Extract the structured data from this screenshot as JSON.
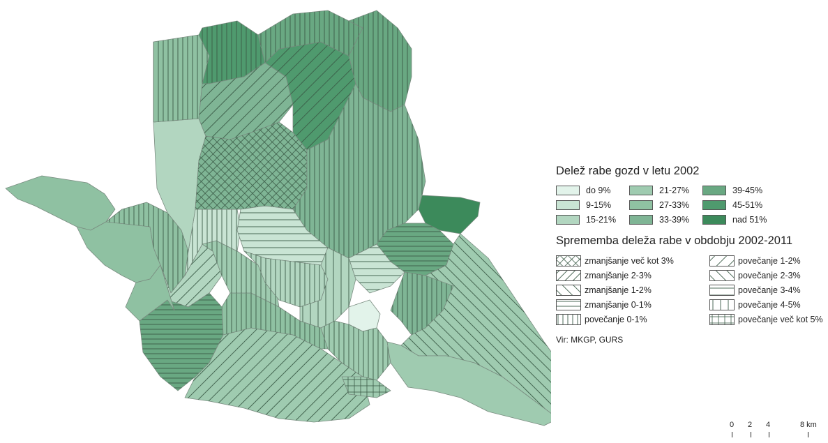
{
  "legend_density": {
    "title": "Delež rabe gozd v letu 2002",
    "classes": [
      {
        "label": "do 9%",
        "color": "#e2f3ea"
      },
      {
        "label": "9-15%",
        "color": "#c9e4d4"
      },
      {
        "label": "15-21%",
        "color": "#b2d6c0"
      },
      {
        "label": "21-27%",
        "color": "#9fcbb0"
      },
      {
        "label": "27-33%",
        "color": "#8fc1a2"
      },
      {
        "label": "33-39%",
        "color": "#7fb595"
      },
      {
        "label": "39-45%",
        "color": "#69a882"
      },
      {
        "label": "45-51%",
        "color": "#4f9a6e"
      },
      {
        "label": "nad 51%",
        "color": "#3c8a5b"
      }
    ]
  },
  "legend_change": {
    "title": "Sprememba deleža rabe v obdobju 2002-2011",
    "classes": [
      {
        "label": "zmanjšanje več kot 3%",
        "pattern": "crosshatch"
      },
      {
        "label": "zmanjšanje 2-3%",
        "pattern": "diag-up-dense"
      },
      {
        "label": "zmanjšanje 1-2%",
        "pattern": "diag-down"
      },
      {
        "label": "zmanjšanje 0-1%",
        "pattern": "horizontal-dense"
      },
      {
        "label": "povečanje 0-1%",
        "pattern": "vertical-dense"
      },
      {
        "label": "povečanje 1-2%",
        "pattern": "diag-up-sparse"
      },
      {
        "label": "povečanje 2-3%",
        "pattern": "diag-down-sparse"
      },
      {
        "label": "povečanje 3-4%",
        "pattern": "horizontal-sparse"
      },
      {
        "label": "povečanje 4-5%",
        "pattern": "vertical-sparse"
      },
      {
        "label": "povečanje več kot 5%",
        "pattern": "grid"
      }
    ]
  },
  "source": "Vir: MKGP, GURS",
  "scalebar": {
    "ticks": [
      "0",
      "2",
      "4",
      "8 km"
    ]
  }
}
